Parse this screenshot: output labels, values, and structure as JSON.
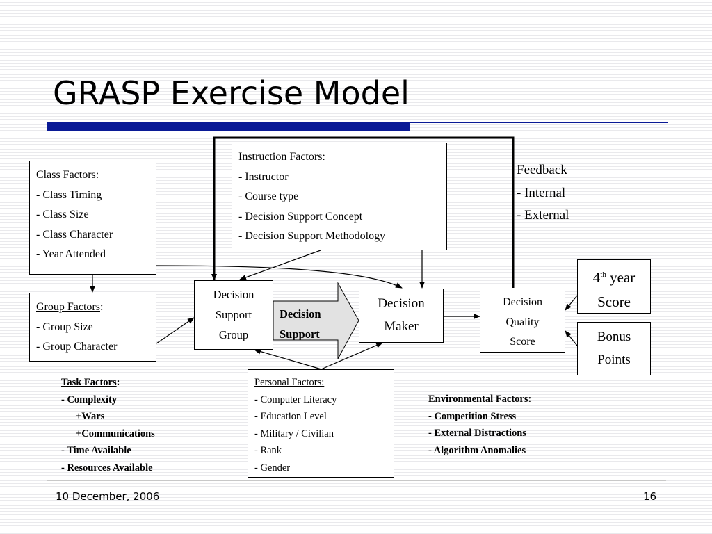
{
  "title": "GRASP Exercise Model",
  "class_factors": {
    "heading": "Class Factors",
    "colon": ":",
    "items": [
      "- Class Timing",
      "- Class Size",
      "- Class Character",
      "- Year Attended"
    ]
  },
  "group_factors": {
    "heading": "Group Factors",
    "colon": ":",
    "items": [
      "- Group Size",
      "- Group Character"
    ]
  },
  "instruction_factors": {
    "heading": "Instruction Factors",
    "colon": ":",
    "items": [
      "- Instructor",
      "- Course type",
      "- Decision Support Concept",
      "- Decision Support Methodology"
    ]
  },
  "feedback": {
    "heading": "Feedback",
    "items": [
      "- Internal",
      "- External"
    ]
  },
  "dsg": {
    "lines": [
      "Decision",
      "Support",
      "Group"
    ]
  },
  "decision_support_arrow": {
    "lines": [
      "Decision",
      "Support"
    ]
  },
  "decision_maker": {
    "lines": [
      "Decision",
      "Maker"
    ]
  },
  "quality_score": {
    "lines": [
      "Decision",
      "Quality",
      "Score"
    ]
  },
  "fourth_year": {
    "pre": "4",
    "sup": "th",
    "post": " year",
    "line2": "Score"
  },
  "bonus": {
    "lines": [
      "Bonus",
      "Points"
    ]
  },
  "task_factors": {
    "heading": "Task Factors",
    "colon": ":",
    "items": [
      "- Complexity",
      "+Wars",
      "+Communications",
      "- Time Available",
      "- Resources Available"
    ]
  },
  "personal_factors": {
    "heading": "Personal Factors:",
    "items": [
      "- Computer Literacy",
      "- Education Level",
      "- Military / Civilian",
      "- Rank",
      "- Gender"
    ]
  },
  "environmental_factors": {
    "heading": "Environmental Factors",
    "colon": ":",
    "items": [
      "- Competition Stress",
      "- External Distractions",
      "- Algorithm Anomalies"
    ]
  },
  "footer": {
    "date": "10 December, 2006",
    "page": "16"
  }
}
